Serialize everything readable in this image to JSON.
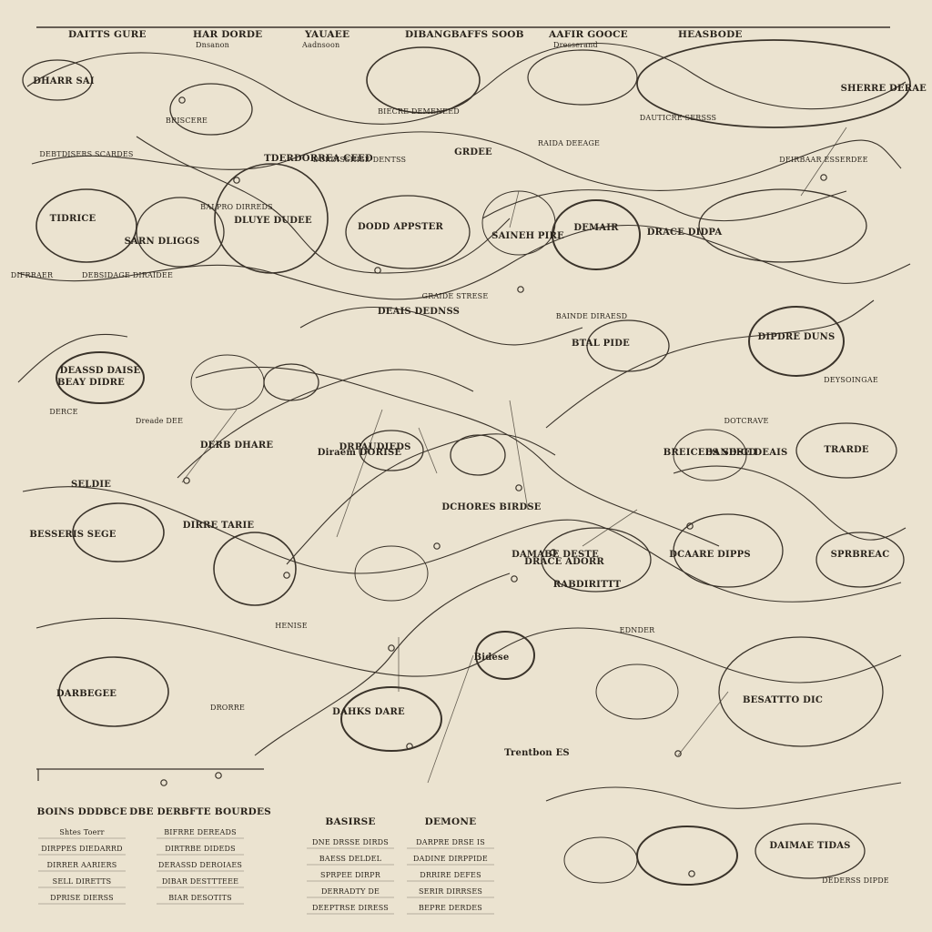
{
  "header": {
    "labels": [
      "DAITTS GURE",
      "HAR DORDE",
      "YAUAEE",
      "DIBANGBAFFS SOOB",
      "AAFIR GOOCE",
      "HEASBODE",
      "Dnsanon",
      "Aadnsoon",
      "Dresserand"
    ]
  },
  "nodes": [
    "DHARR SAI",
    "TIDRICE",
    "SARN DLIGGS",
    "DODD APPSTER",
    "TDERDORREA CEED",
    "DEMAIR",
    "DEASSD DAISE",
    "BEAY DIDRE",
    "DERB DHARE",
    "DRPAUDIEDS",
    "SAINEH PIRE",
    "DRACE ADORR",
    "RABDIRITTT",
    "DRACE DIDPA",
    "DIPDRE DUNS",
    "TRARDE",
    "DARBEGEE",
    "BESATTTO DIC",
    "DIRRE TARIE",
    "BREICEES SEIGD",
    "DAMABE DESTE",
    "DANDSE DEAIS",
    "Bidese",
    "DAHKS DARE",
    "GRDEE",
    "SHERRE DERAE",
    "DLUYE DUDEE",
    "DEAIS DEDNSS",
    "DCHORES BIRDSE",
    "BESSERIS SEGE",
    "SELDIE",
    "Diraem DORISE",
    "BTAL PIDE",
    "DCAARE DIPPS",
    "SPRBREAC",
    "Trentbon ES",
    "DAIMAE TIDAS"
  ],
  "notes": [
    "DEBTDISERS SCARDES",
    "DORDISSHISE DENTSS",
    "RAIDA DEEAGE",
    "BRISCERE",
    "BIECRE DEMENEED",
    "DAUTICRE SERSSS",
    "DEIRBAAR ESSERDEE",
    "BALPRO DIRREDS",
    "DIFRRAER",
    "DEBSIDAGE DIRAIDEE",
    "GRAIDE STRESE",
    "BAINDE DIRAESD",
    "DERCE",
    "Dreade DEE",
    "DOTCRAVE",
    "DEYSOINGAE",
    "HENISE",
    "EDNDER",
    "DRORRE"
  ],
  "footer": {
    "columns": [
      {
        "title": "BOINS DDDBCE",
        "rows": [
          "Shtes Toerr",
          "DIRPPES DIEDARRD",
          "DIRRER AARIERS",
          "SELL DIRETTS",
          "DPRISE DIERSS"
        ]
      },
      {
        "title": "DBE DERBFTE BOURDES",
        "rows": [
          "BIFRRE DEREADS",
          "DIRTRBE DIDEDS",
          "DERASSD DEROIAES",
          "DIBAR DESTTTEEE",
          "BIAR DESOTITS"
        ]
      },
      {
        "title": "BASIRSE",
        "rows": [
          "DNE DRSSE DIRDS",
          "BAESS DELDEL",
          "SPRPEE DIRPR",
          "DERRADTY DE",
          "DEEPTRSE DIRESS"
        ]
      },
      {
        "title": "DEMONE",
        "rows": [
          "DARPRE DRSE IS",
          "DADINE DIRPPIDE",
          "DRRIRE DEFES",
          "SERIR DIRRSES",
          "BEPRE DERDES"
        ]
      }
    ],
    "extra": "DEDERSS DIPDE"
  }
}
